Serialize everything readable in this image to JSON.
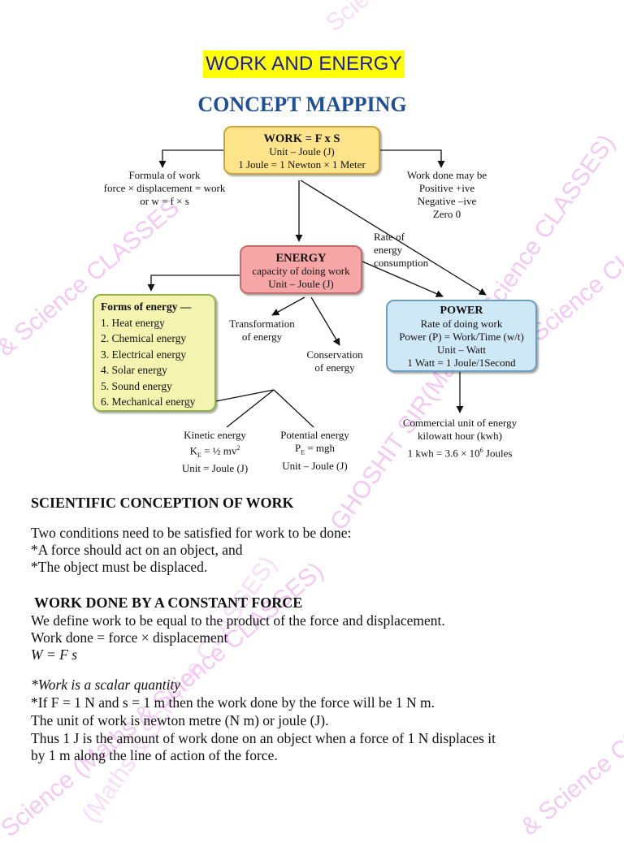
{
  "header": {
    "title": "WORK AND ENERGY",
    "subtitle": "CONCEPT MAPPING"
  },
  "concept_map": {
    "work_box": {
      "title": "WORK = F x S",
      "line1": "Unit – Joule (J)",
      "line2": "1 Joule = 1 Newton × 1 Meter"
    },
    "formula_label": [
      "Formula of work",
      "force × displacement = work",
      "or w = f × s"
    ],
    "work_sign_label": [
      "Work done may be",
      "Positive +ive",
      "Negative –ive",
      "Zero 0"
    ],
    "energy_box": {
      "title": "ENERGY",
      "line1": "capacity of doing work",
      "line2": "Unit – Joule (J)"
    },
    "rate_label": [
      "Rate of",
      "energy",
      "consumption"
    ],
    "forms_box": {
      "title": "Forms of energy —",
      "items": [
        "1. Heat energy",
        "2. Chemical energy",
        "3. Electrical energy",
        "4. Solar energy",
        "5. Sound energy",
        "6. Mechanical energy"
      ]
    },
    "transformation_label": [
      "Transformation",
      "of energy"
    ],
    "conservation_label": [
      "Conservation",
      "of energy"
    ],
    "power_box": {
      "title": "POWER",
      "line1": "Rate of doing work",
      "line2": "Power (P) = Work/Time (w/t)",
      "line3": "Unit – Watt",
      "line4": "1 Watt = 1 Joule/1Second"
    },
    "kinetic": {
      "title": "Kinetic energy",
      "formula_lhs": "K",
      "formula_sub": "E",
      "formula_rhs": " = ½ mv",
      "formula_sup": "2",
      "unit": "Unit = Joule (J)"
    },
    "potential": {
      "title": "Potential energy",
      "formula_lhs": "P",
      "formula_sub": "E",
      "formula_rhs": " = mgh",
      "unit": "Unit – Joule (J)"
    },
    "commercial": {
      "line1": "Commercial unit of energy",
      "line2": "kilowatt hour (kwh)",
      "line3_pre": "1 kwh = 3.6 × 10",
      "line3_sup": "6",
      "line3_post": " Joules"
    }
  },
  "section1": {
    "heading": "SCIENTIFIC CONCEPTION OF WORK",
    "lines": [
      "Two conditions need to be satisfied for work to be done:",
      "*A force should act on an object, and",
      "*The object must be displaced."
    ]
  },
  "section2": {
    "heading": "WORK DONE BY A CONSTANT FORCE",
    "lines": [
      "We define work to be equal to the product of the force and displacement.",
      "Work done = force × displacement",
      "W = F s"
    ]
  },
  "section3": {
    "lines": [
      "*Work is a scalar quantity",
      "*If F = 1 N and s = 1 m then the work done by the force will be 1 N m.",
      " The unit of work is newton metre (N m) or joule (J).",
      "Thus 1 J is the amount of work done on an object when a force of 1 N displaces it",
      "by 1 m along the line of action of the force."
    ]
  },
  "watermarks": [
    "GHOSHIT SIR(Maths & Science CLASSES)",
    "& Science CLASSES",
    "Science CLA",
    "& Science CL",
    "(Maths & Science CLASSES)",
    "& Science CL",
    "Science (Maths & Science CLASSES)"
  ]
}
